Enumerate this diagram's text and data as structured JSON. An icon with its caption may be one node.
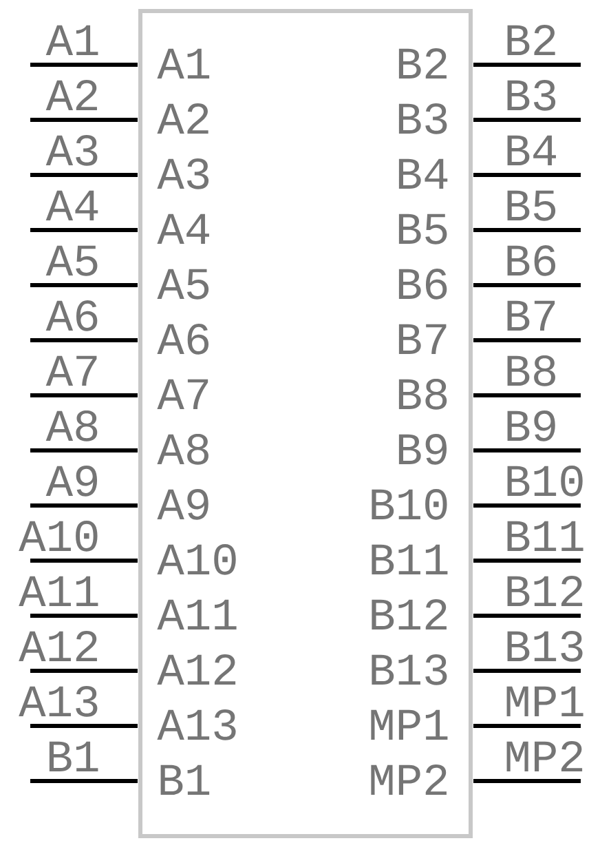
{
  "diagram": {
    "labels": [
      "A1",
      "B2",
      "A1",
      "B2",
      "A2",
      "B3",
      "A2",
      "B3",
      "A3",
      "B4",
      "A3",
      "B4",
      "A4",
      "B5",
      "A4",
      "B5",
      "A5",
      "B6",
      "A5",
      "B6",
      "A6",
      "B7",
      "A6",
      "B7",
      "A7",
      "B8",
      "A7",
      "B8",
      "A8",
      "B9",
      "A8",
      "B9",
      "A9",
      "B10",
      "A9",
      "B10",
      "A10",
      "B11",
      "A10",
      "B11",
      "A11",
      "B12",
      "A11",
      "B12",
      "A12",
      "B13",
      "A12",
      "B13",
      "A13",
      "MP1",
      "A13",
      "MP1",
      "B1",
      "MP2",
      "B1",
      "MP2"
    ]
  }
}
